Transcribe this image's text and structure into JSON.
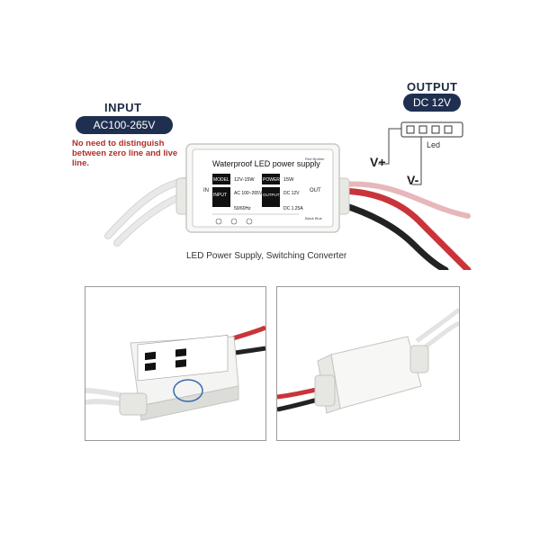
{
  "input": {
    "title": "INPUT",
    "voltage": "AC100-265V",
    "note": "No need to distinguish between zero line and live line."
  },
  "output": {
    "title": "OUTPUT",
    "voltage": "DC 12V",
    "led_label": "Led",
    "v_plus": "V+",
    "v_minus": "V-"
  },
  "device": {
    "title": "Waterproof LED power supply",
    "model_label": "MODEL",
    "model_value": "12V-15W",
    "power_label": "POWER",
    "power_value": "15W",
    "input_label": "INPUT",
    "input_value": "AC 100~265V",
    "input_freq": "50/60Hz",
    "output_label": "OUTPUT",
    "output_value": "DC 12V",
    "output_current": "DC 1.25A",
    "in_side": "IN",
    "out_side": "OUT",
    "red_wire": "Red Brother",
    "black_wire": "Black Blue"
  },
  "caption": "LED Power Supply, Switching Converter",
  "colors": {
    "navy": "#1f2f4f",
    "note_red": "#b0302a",
    "wire_red": "#c9343a",
    "wire_black": "#222222"
  }
}
